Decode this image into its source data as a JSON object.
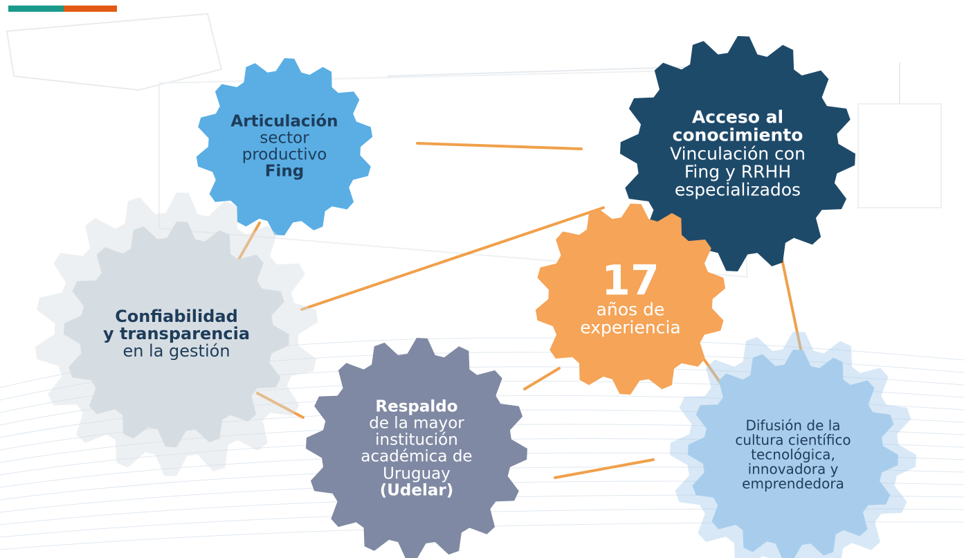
{
  "colors": {
    "accent_teal": "#1a9a8c",
    "accent_orange": "#e35a14",
    "connector": "#f0a04b",
    "sky_blue": "#5aaee4",
    "navy": "#1e4a6a",
    "orange": "#f5a458",
    "light_gray": "#d6dde2",
    "slate": "#7f89a3",
    "pale_blue": "#a8cdec",
    "dark_text": "#1e3c5a"
  },
  "gears": [
    {
      "id": "articulacion",
      "lines": [
        {
          "text": "Articulación",
          "bold": true
        },
        {
          "text": "sector",
          "bold": false
        },
        {
          "text": "productivo",
          "bold": false
        },
        {
          "text": "Fing",
          "bold": true
        }
      ]
    },
    {
      "id": "acceso",
      "lines": [
        {
          "text": "Acceso al",
          "bold": true
        },
        {
          "text": "conocimiento",
          "bold": true
        },
        {
          "text": "Vinculación con",
          "bold": false
        },
        {
          "text": "Fing y RRHH",
          "bold": false
        },
        {
          "text": "especializados",
          "bold": false
        }
      ]
    },
    {
      "id": "experiencia",
      "lines": [
        {
          "text": "17",
          "bold": true
        },
        {
          "text": "años de",
          "bold": false
        },
        {
          "text": "experiencia",
          "bold": false
        }
      ]
    },
    {
      "id": "confiabilidad",
      "lines": [
        {
          "text": "Confiabilidad",
          "bold": true
        },
        {
          "text": "y transparencia",
          "bold": true
        },
        {
          "text": "en la gestión",
          "bold": false
        }
      ]
    },
    {
      "id": "respaldo",
      "lines": [
        {
          "text": "Respaldo",
          "bold": true
        },
        {
          "text": "de la mayor",
          "bold": false
        },
        {
          "text": "institución",
          "bold": false
        },
        {
          "text": "académica de",
          "bold": false
        },
        {
          "text": "Uruguay",
          "bold": false
        },
        {
          "text": "(Udelar)",
          "bold": true
        }
      ]
    },
    {
      "id": "difusion",
      "lines": [
        {
          "text": "Difusión de la",
          "bold": false
        },
        {
          "text": "cultura científico",
          "bold": false
        },
        {
          "text": "tecnológica,",
          "bold": false
        },
        {
          "text": "innovadora y",
          "bold": false
        },
        {
          "text": "emprendedora",
          "bold": false
        }
      ]
    }
  ]
}
